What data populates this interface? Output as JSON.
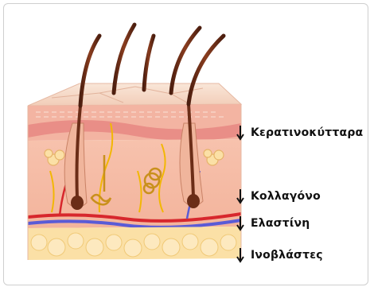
{
  "labels": {
    "keratinocytes": "Κερατινοκύτταρα",
    "collagen": "Κολλαγόνο",
    "elastin": "Ελαστίνη",
    "fibroblasts": "Ινοβλάστες"
  },
  "icons": {
    "label_arrow": "arrow-down-icon"
  },
  "colors": {
    "epidermis_top": "#f6dccb",
    "epidermis_band": "#ee9f95",
    "dermis": "#f8c7b3",
    "fat": "#fbe0a6",
    "hair": "#6b2d17",
    "artery": "#d7272d",
    "vein": "#5a5bd6",
    "nerve": "#f2b705"
  }
}
